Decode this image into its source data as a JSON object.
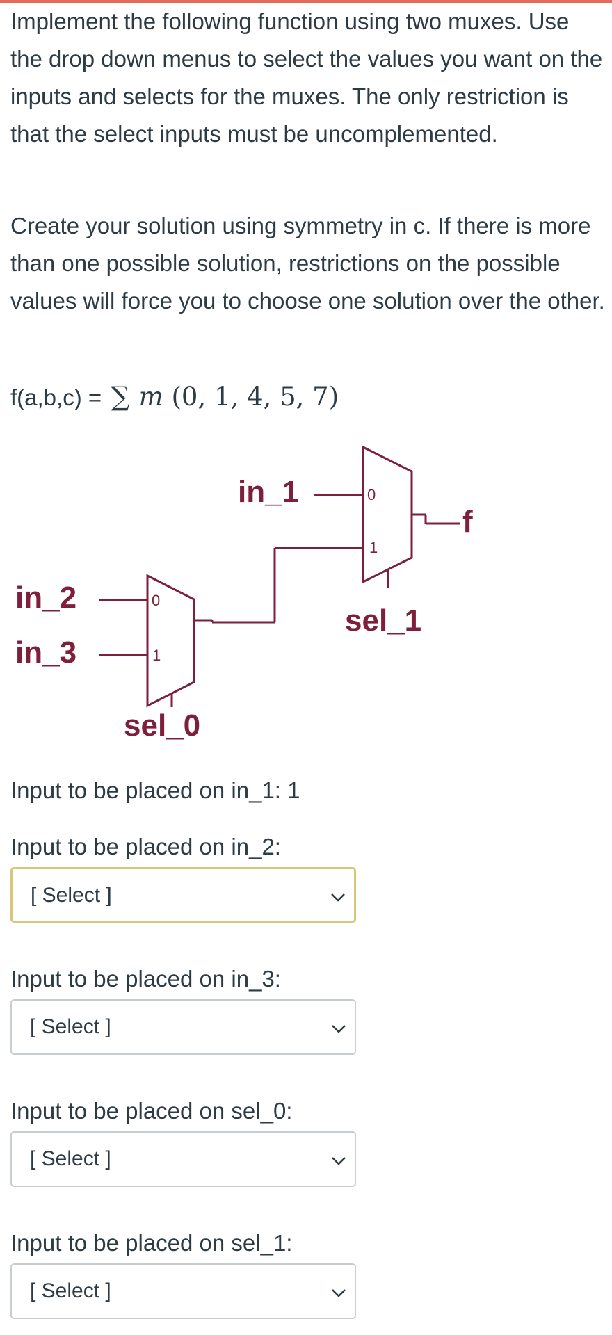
{
  "theme": {
    "accent": "#e66b5b",
    "circuit": "#7e1f3c",
    "text": "#2d3b45",
    "focus_border": "#d6c77a"
  },
  "instructions": {
    "paragraph1": "Implement the following function using two muxes. Use the drop down menus to select the values you want on the inputs and selects for the muxes. The only restriction is that the select inputs must be uncomplemented.",
    "paragraph2": "Create your solution using symmetry in c. If there is more than one possible solution, restrictions on the possible values will force you to choose one solution over the other."
  },
  "formula": {
    "lhs": "f(a,b,c) =",
    "sigma": "∑",
    "m": "m",
    "terms": "(0, 1, 4, 5, 7)"
  },
  "diagram": {
    "labels": {
      "in1": "in_1",
      "in2": "in_2",
      "in3": "in_3",
      "sel0": "sel_0",
      "sel1": "sel_1",
      "f": "f"
    },
    "pins": {
      "mux0_top": "0",
      "mux0_bottom": "1",
      "mux1_top": "0",
      "mux1_bottom": "1"
    }
  },
  "answers": {
    "in1": {
      "label": "Input to be placed on in_1: 1"
    },
    "in2": {
      "label": "Input to be placed on in_2:",
      "value": "[ Select ]"
    },
    "in3": {
      "label": "Input to be placed on in_3:",
      "value": "[ Select ]"
    },
    "sel0": {
      "label": "Input to be placed on sel_0:",
      "value": "[ Select ]"
    },
    "sel1": {
      "label": "Input to be placed on sel_1:",
      "value": "[ Select ]"
    }
  },
  "icons": {
    "dropdown": "chevron-down-icon"
  }
}
